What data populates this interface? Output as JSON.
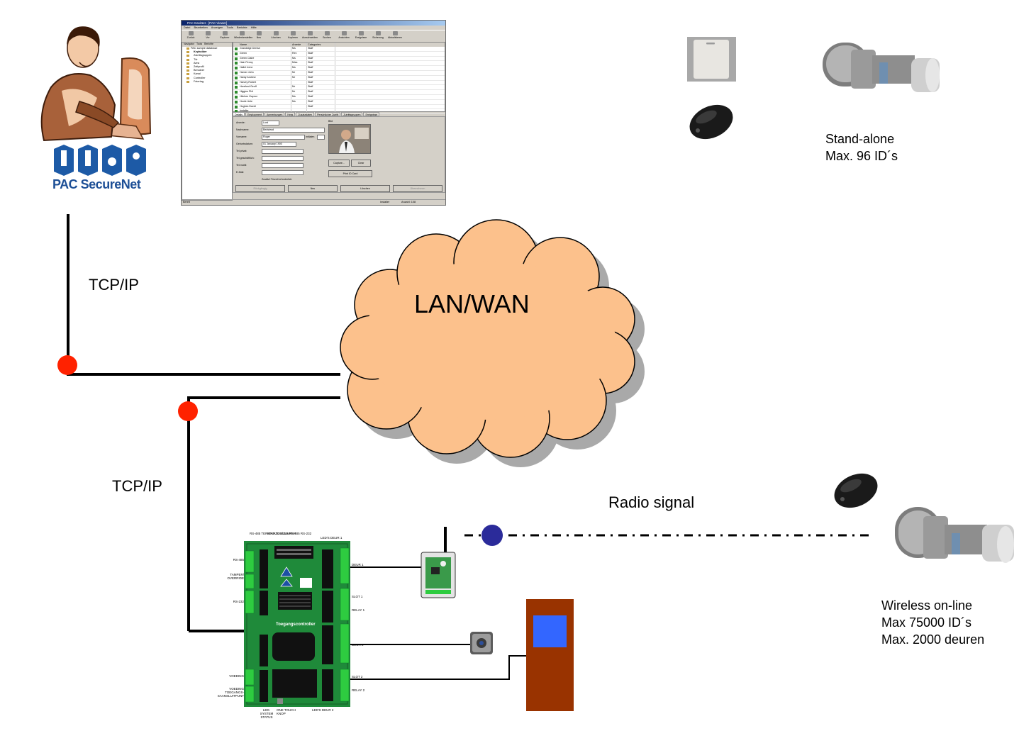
{
  "labels": {
    "tcp_top": "TCP/IP",
    "tcp_bottom": "TCP/IP",
    "cloud": "LAN/WAN",
    "radio": "Radio signal",
    "standalone_line1": "Stand-alone",
    "standalone_line2": "Max. 96 ID´s",
    "wireless_line1": "Wireless on-line",
    "wireless_line2": "Max 75000 ID´s",
    "wireless_line3": "Max. 2000 deuren"
  },
  "logo": {
    "text": "PAC SecureNet"
  },
  "software_window": {
    "title": "PAC EasiNet - [PAC Viewer]",
    "menu": [
      "Datei",
      "Bearbeiten",
      "Anzeigen",
      "Tools",
      "Berichte",
      "Hilfe"
    ],
    "toolbar": [
      "Zurück",
      "Vor",
      "Explorer",
      "Wiederherstellen",
      "Neu",
      "Löschen",
      "Kopieren",
      "Ausschneiden",
      "Suchen",
      "Ansichten",
      "Ereignisse",
      "Sicherung",
      "Aktualisieren"
    ],
    "nav_tabs": [
      "Navigator",
      "Tools",
      "Berichte"
    ],
    "nav_items": [
      "PAC sample database",
      "Keyholder",
      "Zutrittsgruppen",
      "Tür",
      "Area",
      "Zeitprofil",
      "Benutzer",
      "Kanal",
      "Controller",
      "Feiertag"
    ],
    "grid_headers": [
      "Name",
      "Anrede",
      "Categories"
    ],
    "grid_rows": [
      [
        "Grandidge Denise",
        "Ms",
        "Staff"
      ],
      [
        "Green",
        "Rev",
        "Staff"
      ],
      [
        "Green Claire",
        "Ms",
        "Staff"
      ],
      [
        "Hain Penny",
        "Miss",
        "Staff"
      ],
      [
        "Hallet Irene",
        "Ms",
        "Staff"
      ],
      [
        "Hamer John",
        "Mr",
        "Staff"
      ],
      [
        "Hardy Andrew",
        "Mr",
        "Staff"
      ],
      [
        "Harvey Robert",
        "",
        "Staff"
      ],
      [
        "Hereford Geoff",
        "Mr",
        "Staff"
      ],
      [
        "Higgins Phil",
        "Mr",
        "Staff"
      ],
      [
        "Hitchen Gaynor",
        "Ms",
        "Staff"
      ],
      [
        "Hoofe Julie",
        "Ms",
        "Staff"
      ],
      [
        "Hughes David",
        "",
        "Staff"
      ],
      [
        "Installer",
        "",
        ""
      ]
    ],
    "detail_tabs": [
      "Details",
      "Employment",
      "Anmerkungen",
      "Keys",
      "Zusatzdaten",
      "Persönlicher Zutritt",
      "Zutrittsgruppen",
      "Ereignisse"
    ],
    "fields": [
      {
        "label": "Anrede:",
        "value": "Lord"
      },
      {
        "label": "Nachname:",
        "value": "Bedstead"
      },
      {
        "label": "Vorname:",
        "value": "Roger"
      },
      {
        "label": "Geburtsdatum:",
        "value": "01  January   1900"
      },
      {
        "label": "Tel.privat:",
        "value": ""
      },
      {
        "label": "Tel.geschäftlich:",
        "value": ""
      },
      {
        "label": "Tel.mobil:",
        "value": ""
      },
      {
        "label": "E-Mail:",
        "value": ""
      }
    ],
    "initials_label": "Initialen",
    "photo_label": "Bild",
    "checkbox_label": "Zusätzl.Türzeit erforderlich",
    "buttons": {
      "capture": "Capture...",
      "clear": "Clear",
      "print": "Print ID Card",
      "undo": "Rückgängig",
      "new": "Neu",
      "delete": "Löschen",
      "apply": "Übernehmen"
    },
    "status": {
      "left": "Bereit",
      "user": "Installer",
      "count": "Anzahl: 108"
    }
  },
  "controller": {
    "name": "Toegangscontroller",
    "top_labels": [
      "RS-485 TERMINATOR/JUMPER",
      "STATUS LEDS RS-485 RS-232",
      "LED'S DEUR 1"
    ],
    "left_labels": [
      "RS-485",
      "TAMPER/ OVERRIDE",
      "RS-232",
      "VOEDING",
      "VOEDING TOEGANGS- SAANSLUITPUNT"
    ],
    "right_labels": [
      "DEUR 1",
      "SLOT 1",
      "RELAY 1",
      "DEUR 2",
      "SLOT 2",
      "RELAY 2"
    ],
    "bottom_labels": [
      "LED- SYSTEM STATUS",
      "ONE TOUCH KNOP",
      "LED'S DEUR 2"
    ]
  },
  "colors": {
    "cloud_fill": "#fcc18c",
    "cloud_shadow": "#a9a9a9",
    "node_red": "#ff2200",
    "node_blue": "#2b2b9a",
    "board_green": "#1f8a3a",
    "terminal_green": "#2ecc40",
    "door_panel": "#993300",
    "door_window": "#3366ff"
  },
  "icons": [
    "person-at-computer-icon",
    "access-card-icon",
    "key-fob-icon",
    "cylinder-lock-icon",
    "radio-module-icon",
    "card-reader-icon"
  ]
}
